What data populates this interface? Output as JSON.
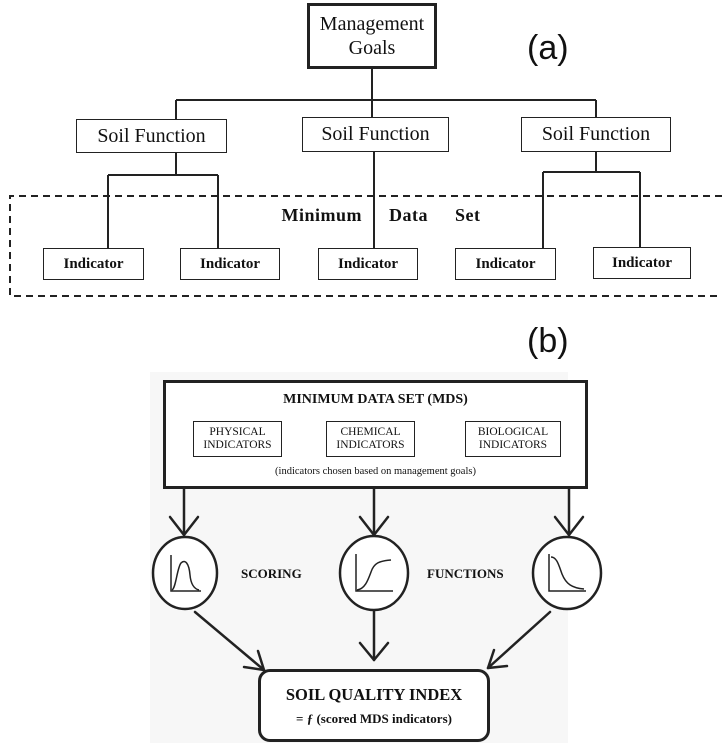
{
  "panel_a": {
    "label": "(a)",
    "goal": {
      "line1": "Management",
      "line2": "Goals"
    },
    "functions": [
      "Soil Function",
      "Soil Function",
      "Soil Function"
    ],
    "mds_title": "Minimum Data Set",
    "indicators": [
      "Indicator",
      "Indicator",
      "Indicator",
      "Indicator",
      "Indicator"
    ]
  },
  "panel_b": {
    "label": "(b)",
    "mds_title": "MINIMUM DATA SET (MDS)",
    "categories": [
      {
        "line1": "PHYSICAL",
        "line2": "INDICATORS"
      },
      {
        "line1": "CHEMICAL",
        "line2": "INDICATORS"
      },
      {
        "line1": "BIOLOGICAL",
        "line2": "INDICATORS"
      }
    ],
    "note": "(indicators chosen based on management goals)",
    "scoring_left": "SCORING",
    "scoring_right": "FUNCTIONS",
    "sqi_title": "SOIL QUALITY INDEX",
    "sqi_formula": "= ƒ (scored MDS indicators)"
  },
  "colors": {
    "stroke": "#222222",
    "panel_b_background": "#f7f7f7"
  }
}
